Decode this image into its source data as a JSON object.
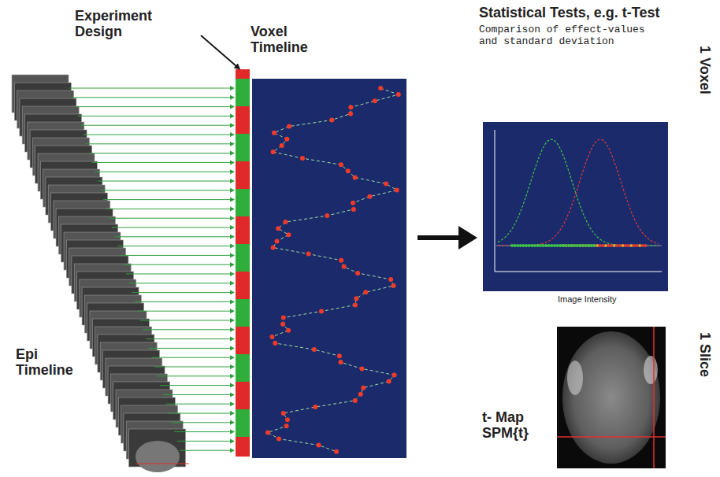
{
  "diagram": {
    "nodes": [
      {
        "text": [
          "Voxel Timeline"
        ]
      },
      {
        "text": [
          "Statistical Tests, e.g. t-Test",
          "Comparison of effect-values and standard deviation",
          "Image Intensity"
        ]
      }
    ],
    "edges": [
      {
        "from": 0,
        "to": 1,
        "arrow": "to"
      }
    ],
    "labels": [
      "Experiment Design",
      "Epi Timeline",
      "1 Voxel",
      "1 Slice",
      "t- Map SPM{t}"
    ]
  }
}
